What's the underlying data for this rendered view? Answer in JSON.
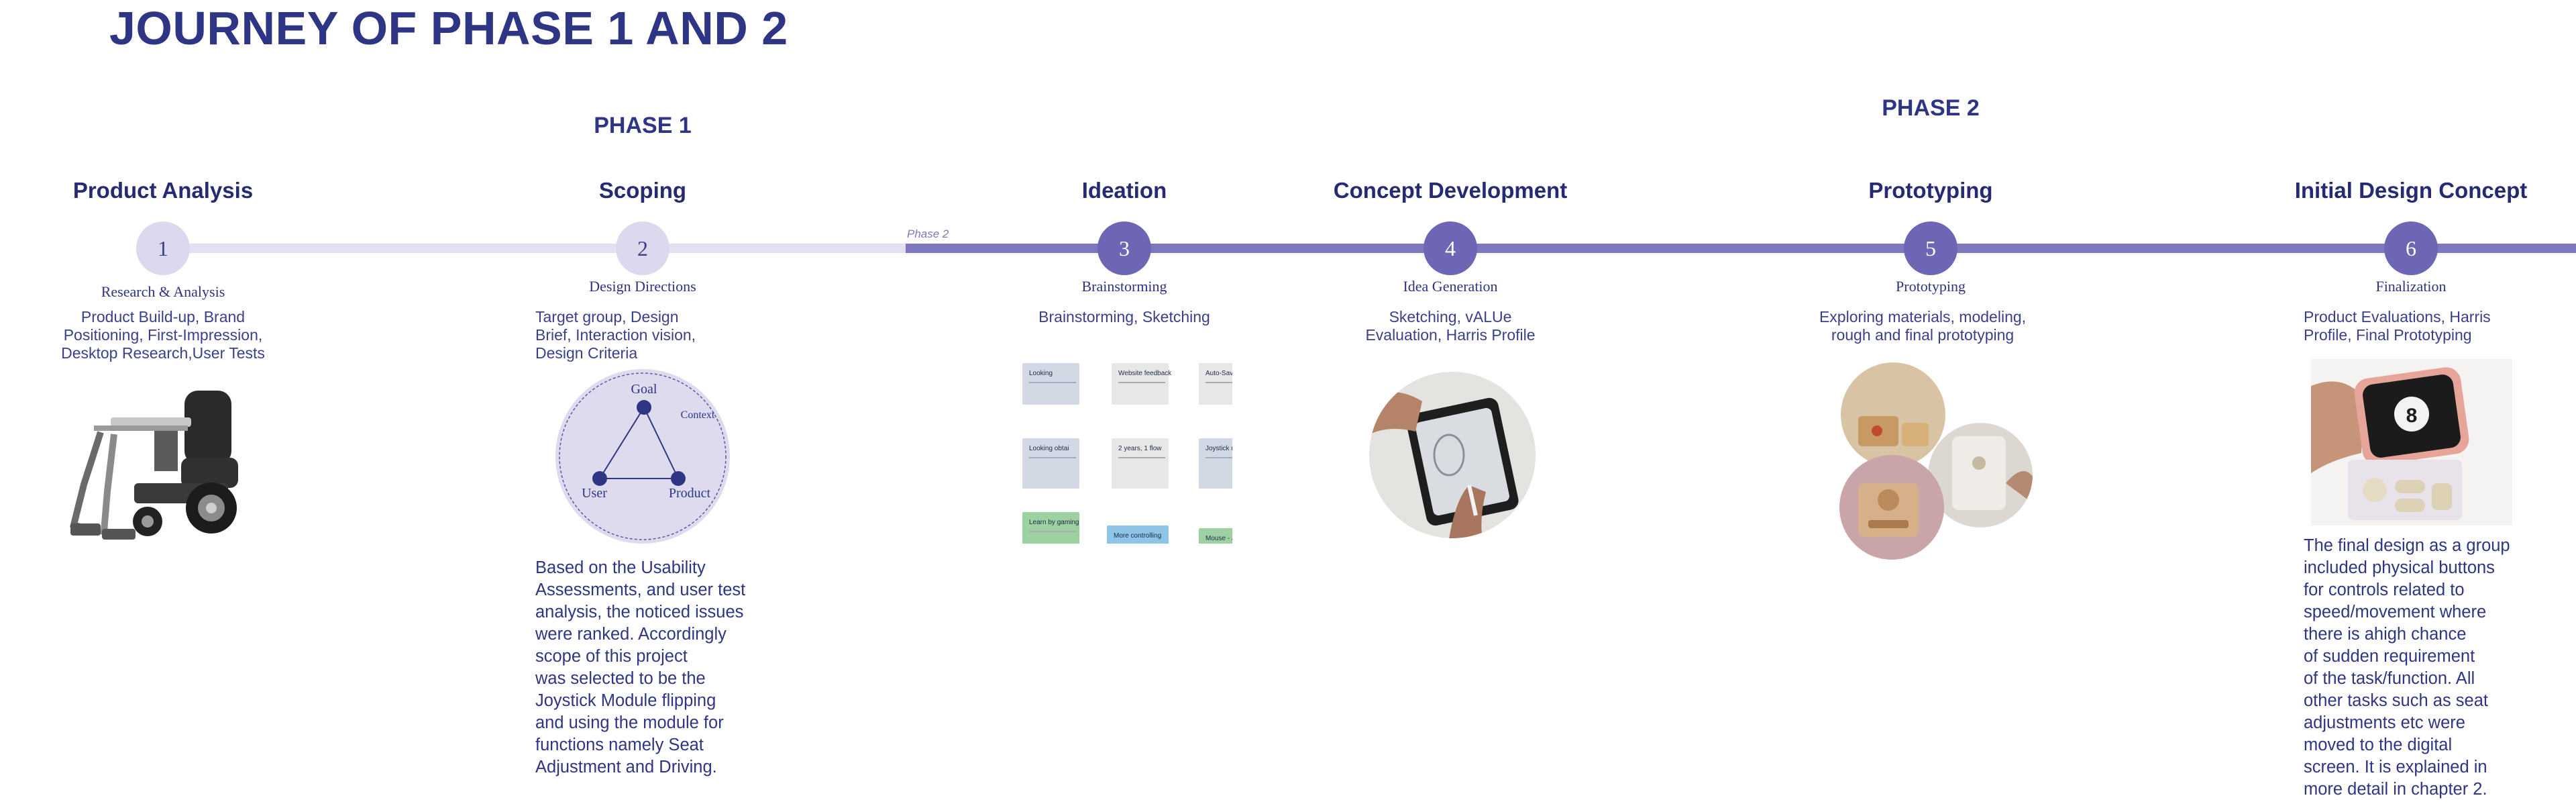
{
  "title": "JOURNEY OF PHASE 1 AND 2",
  "phases": {
    "phase1": "PHASE 1",
    "phase2": "PHASE 2",
    "phase2_marker": "Phase 2"
  },
  "stages": [
    {
      "title": "Product Analysis",
      "number": "1",
      "subtitle": "Research & Analysis",
      "description": [
        "Product Build-up, Brand",
        "Positioning, First-Impression,",
        "Desktop Research,User Tests"
      ]
    },
    {
      "title": "Scoping",
      "number": "2",
      "subtitle": "Design Directions",
      "description": [
        "Target group, Design",
        "Brief, Interaction vision,",
        "Design Criteria"
      ]
    },
    {
      "title": "Ideation",
      "number": "3",
      "subtitle": "Brainstorming",
      "description": [
        "Brainstorming, Sketching"
      ]
    },
    {
      "title": "Concept Development",
      "number": "4",
      "subtitle": "Idea Generation",
      "description": [
        "Sketching, vALUe",
        "Evaluation, Harris Profile"
      ]
    },
    {
      "title": "Prototyping",
      "number": "5",
      "subtitle": "Prototyping",
      "description": [
        "Exploring materials, modeling,",
        "rough and final prototyping"
      ]
    },
    {
      "title": "Initial Design Concept",
      "number": "6",
      "subtitle": "Finalization",
      "description": [
        "Product Evaluations, Harris",
        "Profile, Final Prototyping"
      ]
    }
  ],
  "triangle": {
    "goal": "Goal",
    "context": "Context",
    "user": "User",
    "product": "Product"
  },
  "scoping_paragraph": [
    "Based on the Usability",
    "Assessments, and user test",
    "analysis, the noticed issues",
    "were ranked. Accordingly",
    "scope of this project",
    "was selected to be the",
    "Joystick Module flipping",
    "and using the module for",
    "functions namely Seat",
    "Adjustment and Driving."
  ],
  "final_paragraph": [
    "The final design as a group",
    "included physical buttons",
    "for controls related to",
    "speed/movement where",
    "there is ahigh chance",
    "of sudden requirement",
    "of the task/function. All",
    "other tasks such as seat",
    "adjustments etc were",
    "moved to the digital",
    "screen. It is explained in",
    "more detail in chapter  2."
  ],
  "sticky_notes": [
    "Looking",
    "Website feedback",
    "Auto-Save",
    "Looking obtai",
    "2 years, 1 flow",
    "Joystick mov",
    "Learn by gaming",
    "More controlling",
    "Mouse - Jo"
  ],
  "phone_screen_digit": "8",
  "colors": {
    "title": "#2e3585",
    "line_light": "#e3e0f1",
    "line_dark": "#7d78bd",
    "node_light": "#dcd8ee",
    "node_dark": "#6c66b5"
  }
}
